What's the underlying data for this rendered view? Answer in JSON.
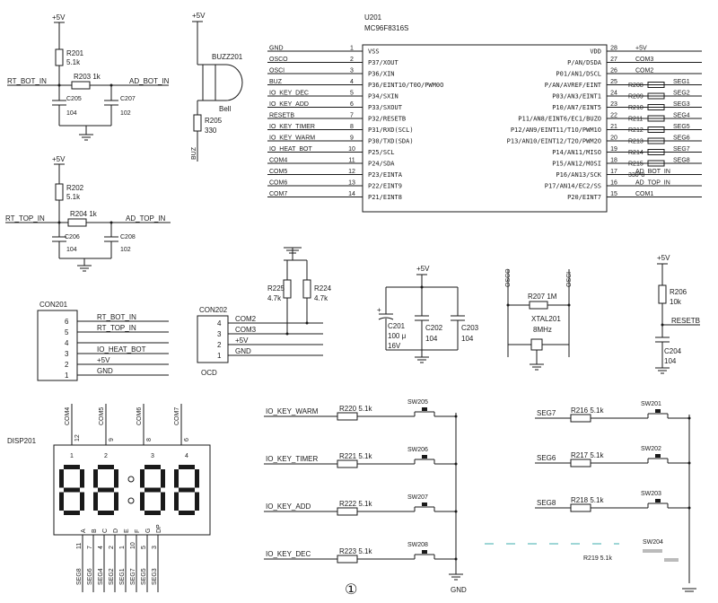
{
  "rt_bot": {
    "vcc": "+5V",
    "r1": "R201",
    "r1v": "5.1k",
    "r2": "R203 1k",
    "in": "RT_BOT_IN",
    "out": "AD_BOT_IN",
    "c1": "C205",
    "c1v": "104",
    "c2": "C207",
    "c2v": "102"
  },
  "rt_top": {
    "vcc": "+5V",
    "r1": "R202",
    "r1v": "5.1k",
    "r2": "R204 1k",
    "in": "RT_TOP_IN",
    "out": "AD_TOP_IN",
    "c1": "C206",
    "c1v": "104",
    "c2": "C208",
    "c2v": "102"
  },
  "buzzer": {
    "vcc": "+5V",
    "name": "BUZZ201",
    "bell": "Bell",
    "r": "R205",
    "rv": "330",
    "net": "BUZ"
  },
  "mcu": {
    "ref": "U201",
    "part": "MC96F8316S",
    "left_pins": [
      {
        "n": "1",
        "net": "GND",
        "fn": "VSS"
      },
      {
        "n": "2",
        "net": "OSCO",
        "fn": "P37/XOUT"
      },
      {
        "n": "3",
        "net": "OSCI",
        "fn": "P36/XIN"
      },
      {
        "n": "4",
        "net": "BUZ",
        "fn": "P36/EINT10/T0O/PWM0O"
      },
      {
        "n": "5",
        "net": "IO_KEY_DEC",
        "fn": "P34/SXIN"
      },
      {
        "n": "6",
        "net": "IO_KEY_ADD",
        "fn": "P33/SXOUT"
      },
      {
        "n": "7",
        "net": "RESETB",
        "fn": "P32/RESETB"
      },
      {
        "n": "8",
        "net": "IO_KEY_TIMER",
        "fn": "P31/RXD(SCL)"
      },
      {
        "n": "9",
        "net": "IO_KEY_WARM",
        "fn": "P30/TXD(SDA)"
      },
      {
        "n": "10",
        "net": "IO_HEAT_BOT",
        "fn": "P25/SCL"
      },
      {
        "n": "11",
        "net": "COM4",
        "fn": "P24/SDA"
      },
      {
        "n": "12",
        "net": "COM5",
        "fn": "P23/EINTA"
      },
      {
        "n": "13",
        "net": "COM6",
        "fn": "P22/EINT9"
      },
      {
        "n": "14",
        "net": "COM7",
        "fn": "P21/EINT8"
      }
    ],
    "right_pins": [
      {
        "n": "28",
        "net": "+5V",
        "fn": "VDD"
      },
      {
        "n": "27",
        "net": "COM3",
        "fn": "P/AN/DSDA"
      },
      {
        "n": "26",
        "net": "COM2",
        "fn": "P01/AN1/DSCL"
      },
      {
        "n": "25",
        "net": "SEG1",
        "fn": "P/AN/AVREF/EINT",
        "r": "R208"
      },
      {
        "n": "24",
        "net": "SEG2",
        "fn": "P03/AN3/EINT1",
        "r": "R209"
      },
      {
        "n": "23",
        "net": "SEG3",
        "fn": "P10/AN7/EINT5",
        "r": "R210"
      },
      {
        "n": "22",
        "net": "SEG4",
        "fn": "P11/AN8/EINT6/EC1/BUZO",
        "r": "R211"
      },
      {
        "n": "21",
        "net": "SEG5",
        "fn": "P12/AN9/EINT11/T1O/PWM1O",
        "r": "R212"
      },
      {
        "n": "20",
        "net": "SEG6",
        "fn": "P13/AN10/EINT12/T2O/PWM2O",
        "r": "R213"
      },
      {
        "n": "19",
        "net": "SEG7",
        "fn": "P14/AN11/MISO",
        "r": "R214"
      },
      {
        "n": "18",
        "net": "SEG8",
        "fn": "P15/AN12/MOSI",
        "r": "R215"
      },
      {
        "n": "17",
        "net": "AD_BOT_IN",
        "fn": "P16/AN13/SCK",
        "r": "330*8"
      },
      {
        "n": "16",
        "net": "AD_TOP_IN",
        "fn": "P17/AN14/EC2/SS"
      },
      {
        "n": "15",
        "net": "COM1",
        "fn": "P20/EINT7"
      }
    ]
  },
  "con201": {
    "name": "CON201",
    "pins": [
      {
        "n": "6",
        "net": "RT_BOT_IN"
      },
      {
        "n": "5",
        "net": "RT_TOP_IN"
      },
      {
        "n": "4",
        "net": ""
      },
      {
        "n": "3",
        "net": "IO_HEAT_BOT"
      },
      {
        "n": "2",
        "net": "+5V"
      },
      {
        "n": "1",
        "net": "GND"
      }
    ]
  },
  "con202": {
    "name": "CON202",
    "sub": "OCD",
    "pins": [
      {
        "n": "4",
        "net": "COM2"
      },
      {
        "n": "3",
        "net": "COM3"
      },
      {
        "n": "2",
        "net": "+5V"
      },
      {
        "n": "1",
        "net": "GND"
      }
    ]
  },
  "pullups": {
    "r1": "R225",
    "r1v": "4.7k",
    "r2": "R224",
    "r2v": "4.7k"
  },
  "decap": {
    "vcc": "+5V",
    "c1": "C201",
    "c1v": "100 μ",
    "c1v2": "16V",
    "c2": "C202",
    "c2v": "104",
    "c3": "C203",
    "c3v": "104"
  },
  "xtal": {
    "osco": "OSCO",
    "osci": "OSCI",
    "r": "R207 1M",
    "name": "XTAL201",
    "freq": "8MHz"
  },
  "reset": {
    "vcc": "+5V",
    "r": "R206",
    "rv": "10k",
    "net": "RESETB",
    "c": "C204",
    "cv": "104"
  },
  "display": {
    "name": "DISP201",
    "coms": [
      "COM4",
      "COM5",
      "COM6",
      "COM7"
    ],
    "com_pins": [
      "12",
      "9",
      "8",
      "6"
    ],
    "digit_nums": [
      "1",
      "2",
      "3",
      "4"
    ],
    "seg_letters": [
      "A",
      "B",
      "C",
      "D",
      "E",
      "F",
      "G",
      "DP"
    ],
    "seg_pins": [
      "11",
      "7",
      "4",
      "2",
      "1",
      "10",
      "5",
      "3"
    ],
    "seg_nets": [
      "SEG8",
      "SEG6",
      "SEG4",
      "SEG2",
      "SEG1",
      "SEG7",
      "SEG5",
      "SEG3"
    ]
  },
  "keys_left": [
    {
      "net": "IO_KEY_WARM",
      "r": "R220 5.1k",
      "sw": "SW205"
    },
    {
      "net": "IO_KEY_TIMER",
      "r": "R221 5.1k",
      "sw": "SW206"
    },
    {
      "net": "IO_KEY_ADD",
      "r": "R222 5.1k",
      "sw": "SW207"
    },
    {
      "net": "IO_KEY_DEC",
      "r": "R223 5.1k",
      "sw": "SW208"
    }
  ],
  "keys_right": [
    {
      "net": "SEG7",
      "r": "R216 5.1k",
      "sw": "SW201"
    },
    {
      "net": "SEG6",
      "r": "R217 5.1k",
      "sw": "SW202"
    },
    {
      "net": "SEG8",
      "r": "R218 5.1k",
      "sw": "SW203"
    }
  ],
  "misc": {
    "gnd": "GND",
    "circle_num": "①",
    "partial": "SW204",
    "partial_r": "R219 5.1k"
  }
}
